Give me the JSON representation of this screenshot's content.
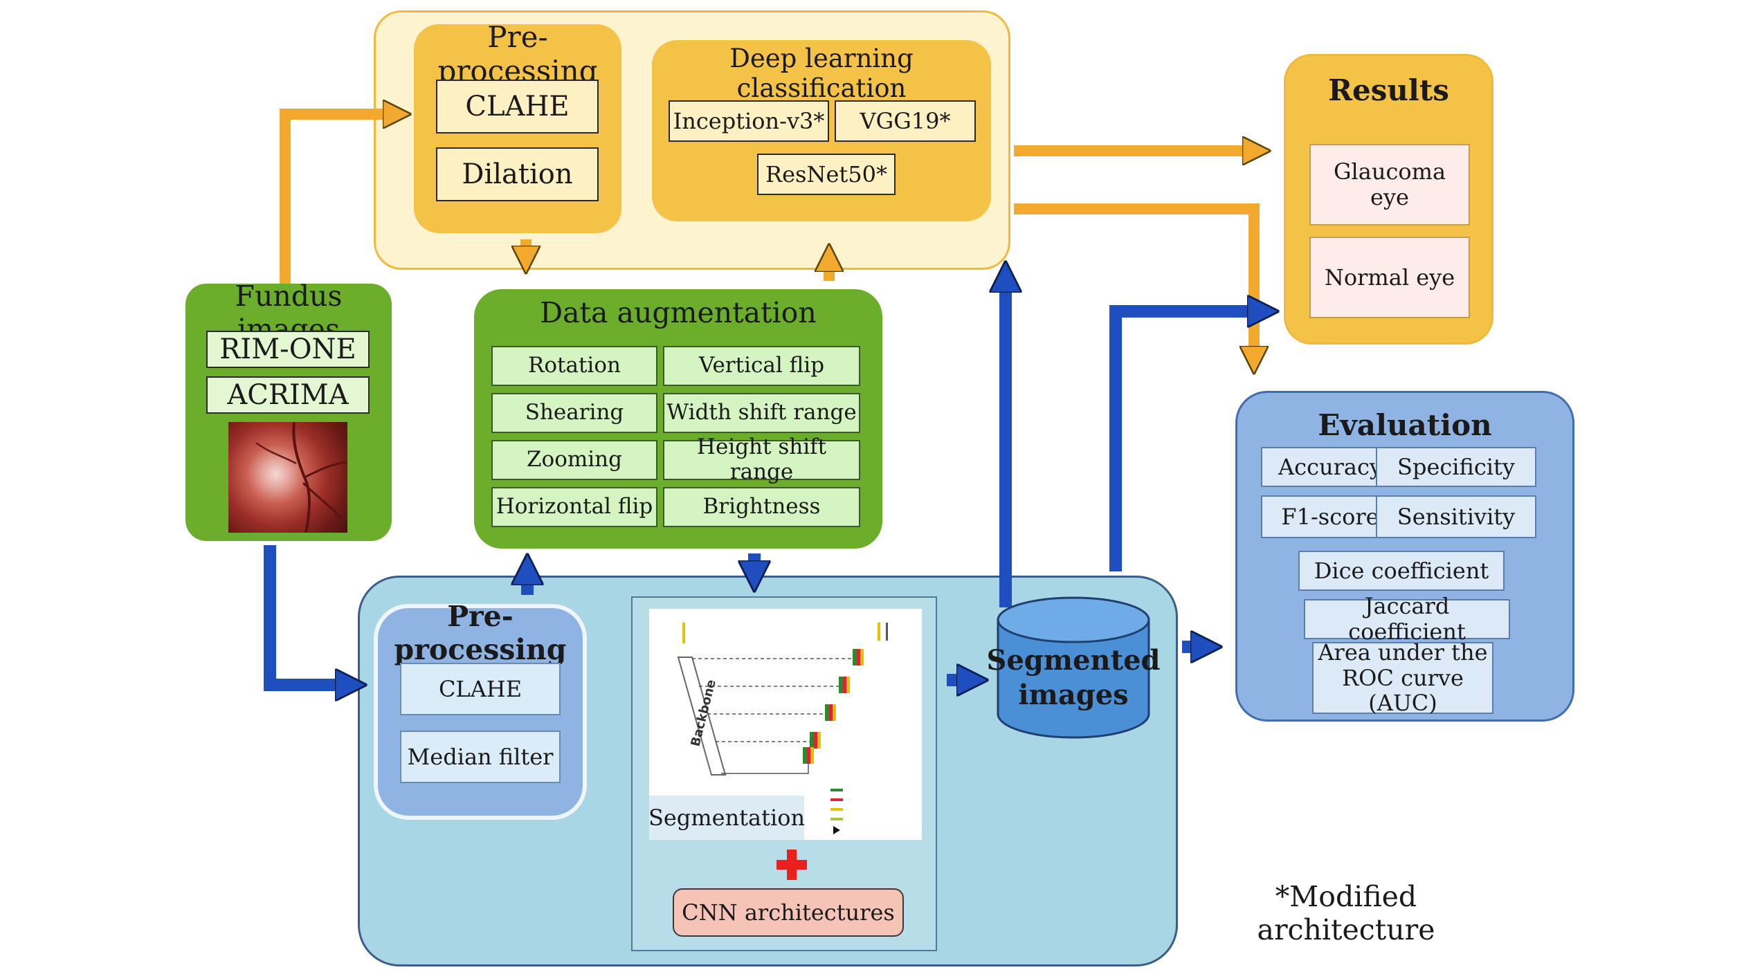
{
  "diagram": {
    "preprocessing_top": {
      "title": "Pre-processing",
      "steps": [
        "CLAHE",
        "Dilation"
      ]
    },
    "classification": {
      "title": "Deep learning classification",
      "models": [
        "Inception-v3*",
        "VGG19*",
        "ResNet50*"
      ]
    },
    "results": {
      "title": "Results",
      "items": [
        "Glaucoma eye",
        "Normal eye"
      ]
    },
    "fundus": {
      "title": "Fundus images",
      "datasets": [
        "RIM-ONE",
        "ACRIMA"
      ]
    },
    "augmentation": {
      "title": "Data augmentation",
      "items": [
        "Rotation",
        "Vertical flip",
        "Shearing",
        "Width shift range",
        "Zooming",
        "Height shift range",
        "Horizontal flip",
        "Brightness"
      ]
    },
    "evaluation": {
      "title": "Evaluation",
      "metrics": [
        "Accuracy",
        "Specificity",
        "F1-score",
        "Sensitivity",
        "Dice coefficient",
        "Jaccard coefficient"
      ],
      "auc_line1": "Area under the",
      "auc_line2": "ROC curve (AUC)"
    },
    "preprocessing_bottom": {
      "title": "Pre-processing",
      "steps": [
        "CLAHE",
        "Median filter"
      ]
    },
    "segmentation": {
      "label": "Segmentation",
      "backbone_label": "Backbone",
      "cnn_label": "CNN architectures"
    },
    "segmented": {
      "line1": "Segmented",
      "line2": "images"
    },
    "footnote": "*Modified architecture",
    "colors": {
      "orange_arrow": "#f2a92e",
      "blue_arrow": "#1f4fbf",
      "yellow_panel": "#fdf3cf",
      "orange_panel": "#f5c248",
      "green_panel": "#6aae2b",
      "light_blue_panel": "#a9d6e4",
      "evaluation_panel": "#8fb4e4"
    }
  }
}
